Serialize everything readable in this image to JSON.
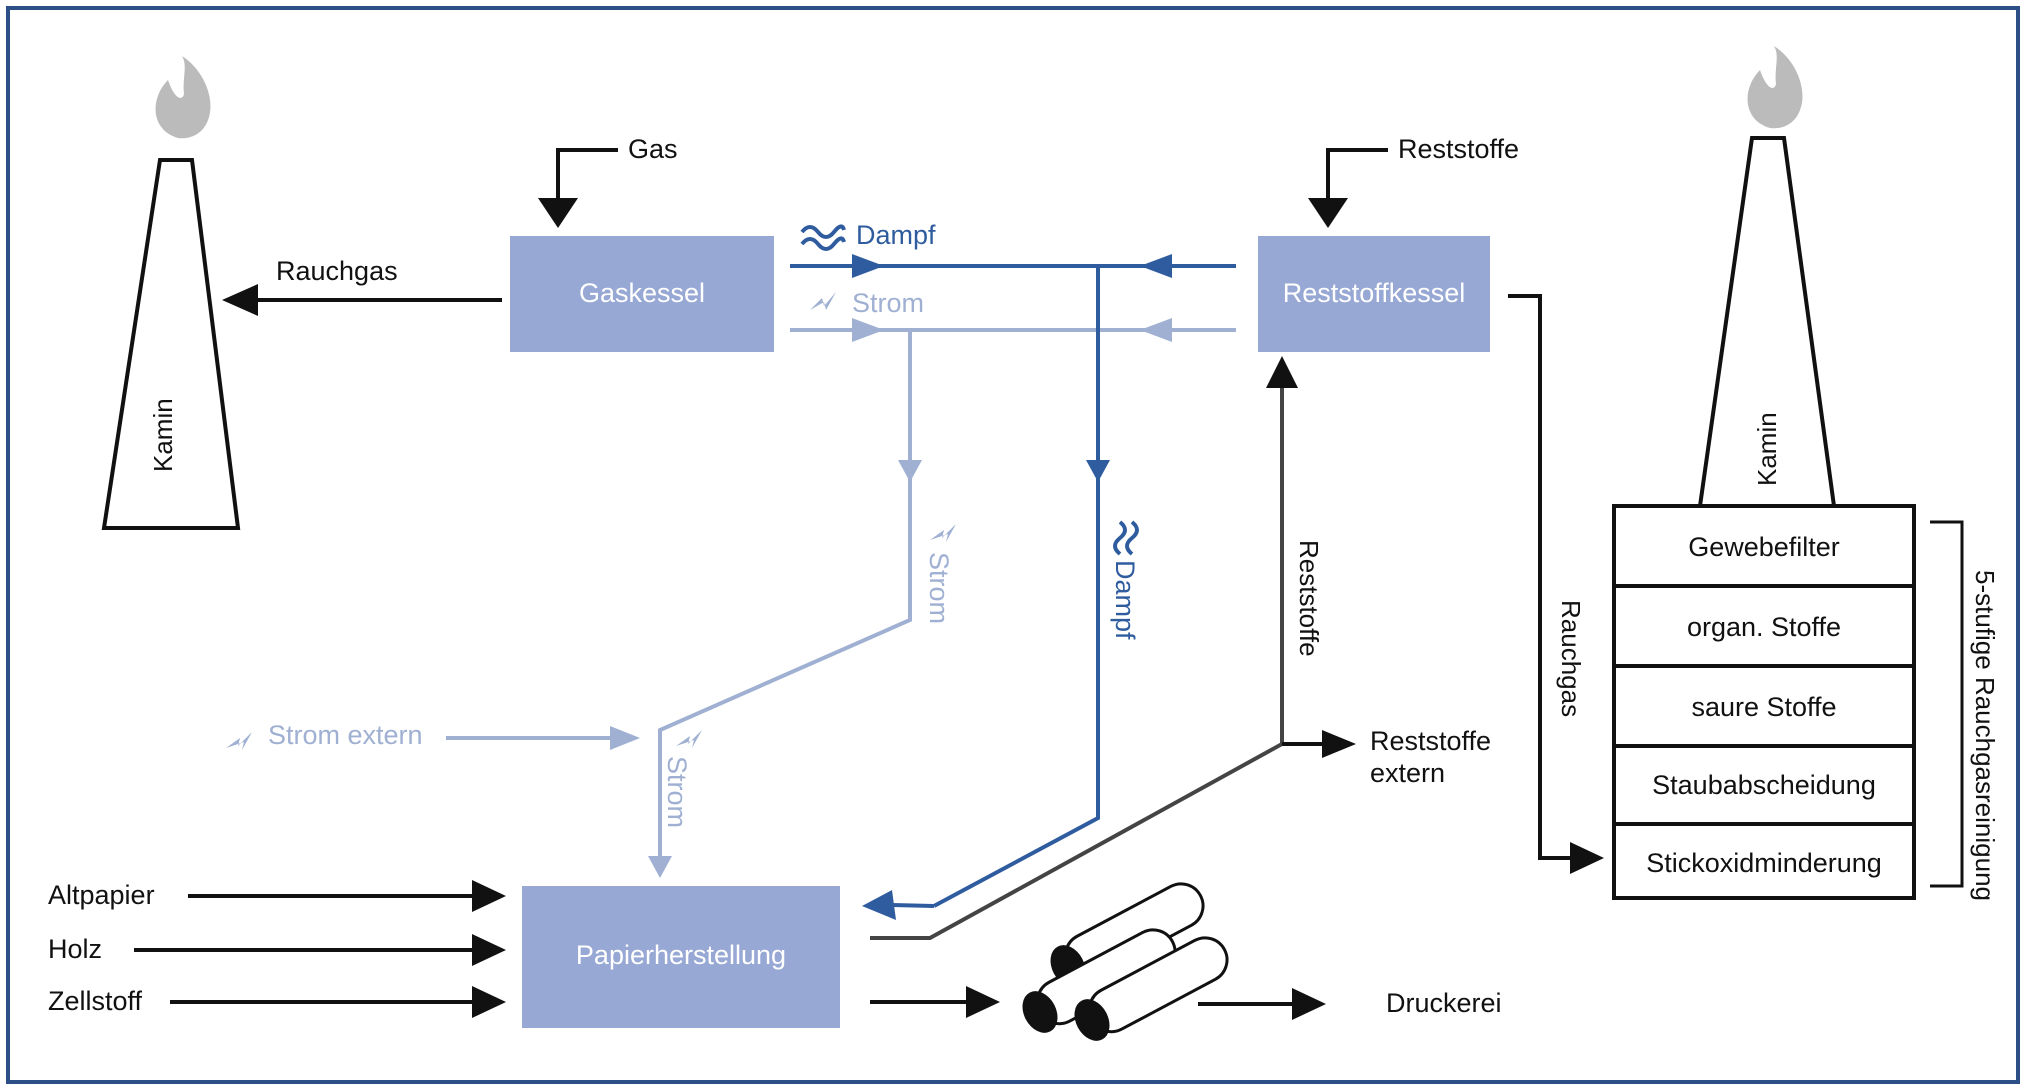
{
  "colors": {
    "box_fill": "#98a8d4",
    "dampf": "#2e5c9e",
    "strom": "#9fb0d2",
    "line": "#111111",
    "frame": "#2b4f86",
    "flame": "#bbbbbb"
  },
  "icons": {
    "flame": "flame-icon",
    "steam": "steam-icon",
    "electricity": "electricity-icon",
    "paper_roll": "paper-roll-icon"
  },
  "labels": {
    "gas": "Gas",
    "rauchgas_left": "Rauchgas",
    "kamin_left": "Kamin",
    "kamin_right": "Kamin",
    "reststoffe_top": "Reststoffe",
    "dampf_horizontal": "Dampf",
    "strom_horizontal": "Strom",
    "strom_vertical_upper": "Strom",
    "strom_vertical_lower": "Strom",
    "dampf_vertical": "Dampf",
    "reststoffe_vertical": "Reststoffe",
    "rauchgas_vertical": "Rauchgas",
    "strom_extern": "Strom extern",
    "reststoffe_extern_line1": "Reststoffe",
    "reststoffe_extern_line2": "extern",
    "altpapier": "Altpapier",
    "holz": "Holz",
    "zellstoff": "Zellstoff",
    "druckerei": "Druckerei",
    "stufen": "5-stufige Rauchgasreinigung"
  },
  "boxes": {
    "gaskessel": "Gaskessel",
    "reststoffkessel": "Reststoffkessel",
    "papierherstellung": "Papierherstellung"
  },
  "cleaning_stages": [
    "Gewebefilter",
    "organ. Stoffe",
    "saure Stoffe",
    "Staubabscheidung",
    "Stickoxidminderung"
  ]
}
